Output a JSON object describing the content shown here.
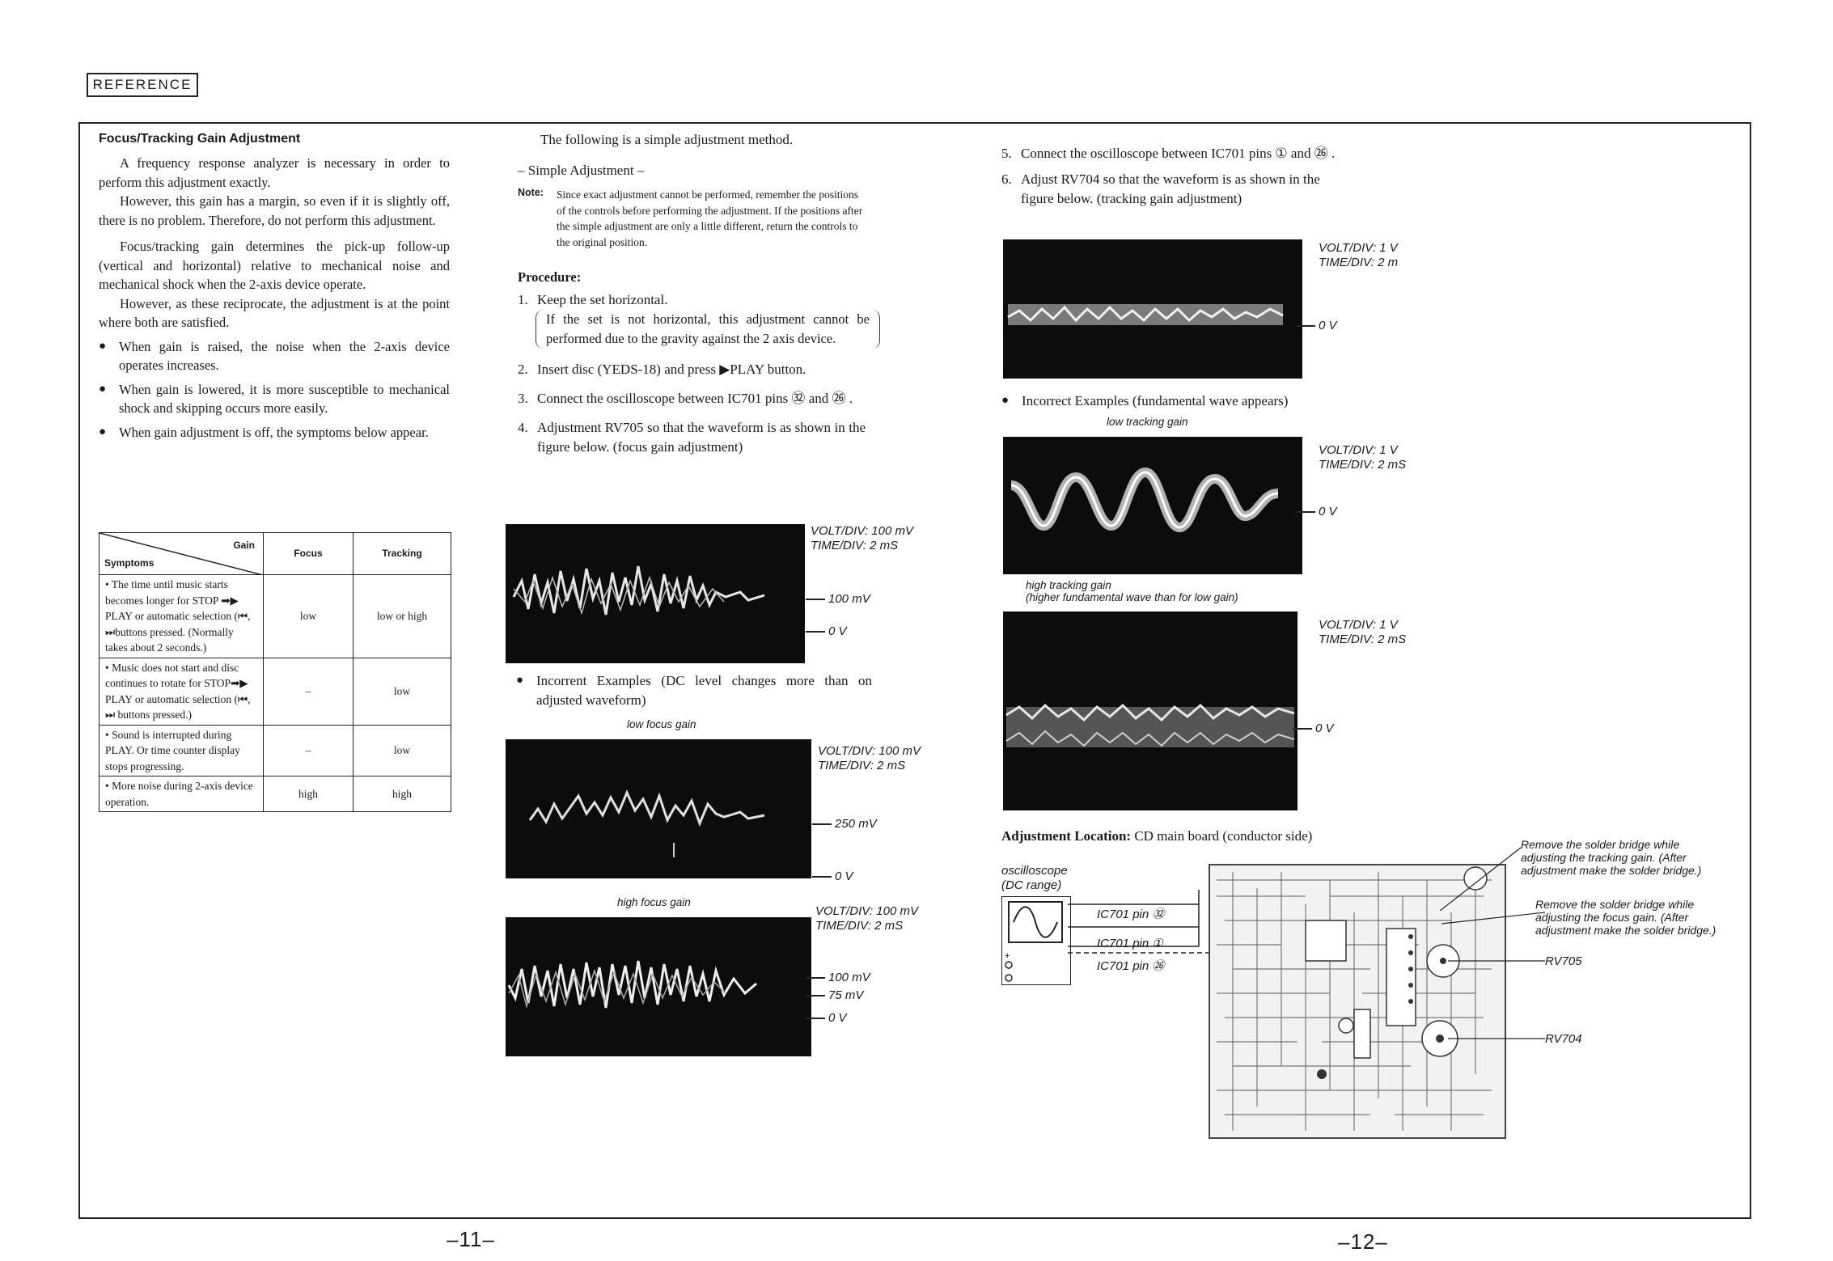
{
  "header_label": "REFERENCE",
  "col1": {
    "title": "Focus/Tracking Gain Adjustment",
    "para1": "A frequency response analyzer is necessary in order to perform this adjustment exactly.",
    "para2": "However, this gain has a margin, so even if it is slightly off, there is no problem. Therefore, do not perform this adjustment.",
    "para3": "Focus/tracking gain determines the pick-up follow-up (vertical and horizontal) relative to mechanical noise and mechanical shock when the 2-axis device operate.",
    "para4": "However, as these reciprocate, the adjustment is at the point where both are satisfied.",
    "bullets": [
      "When gain is raised, the noise when the 2-axis device operates increases.",
      "When gain is lowered, it is more susceptible to mechanical shock and skipping occurs more easily.",
      "When gain adjustment is off, the symptoms below appear."
    ],
    "table": {
      "corner_gain": "Gain",
      "corner_symptoms": "Symptoms",
      "col_focus": "Focus",
      "col_tracking": "Tracking",
      "rows": [
        {
          "symptom": "• The time until music starts becomes longer for STOP ➡▶ PLAY or automatic selection (⏮, ⏭buttons pressed. (Normally takes about 2 seconds.)",
          "focus": "low",
          "tracking": "low or high"
        },
        {
          "symptom": "• Music does not start and disc continues to rotate for STOP➡▶ PLAY or automatic selection (⏮, ⏭ buttons pressed.)",
          "focus": "–",
          "tracking": "low"
        },
        {
          "symptom": "• Sound is interrupted during PLAY. Or time counter display stops progressing.",
          "focus": "–",
          "tracking": "low"
        },
        {
          "symptom": "• More noise during 2-axis device operation.",
          "focus": "high",
          "tracking": "high"
        }
      ]
    }
  },
  "col2": {
    "intro": "The following is a simple adjustment method.",
    "simple_heading": "– Simple Adjustment –",
    "note_label": "Note:",
    "note_text": "Since exact adjustment cannot be performed, remember the positions of the controls before performing the adjustment. If the positions after the simple adjustment are only a little different, return the controls to the original position.",
    "procedure_label": "Procedure:",
    "step1": "Keep the set horizontal.",
    "step1_paren": "If the set is not horizontal, this adjustment cannot be performed due to the gravity against the 2 axis device.",
    "step2": "Insert disc (YEDS-18) and press ▶PLAY button.",
    "step3": "Connect the oscilloscope between IC701 pins ㉜ and ㉖ .",
    "step4": "Adjustment RV705 so that the waveform is as shown in the figure below. (focus gain adjustment)",
    "scope1": {
      "volt": "VOLT/DIV:  100 mV",
      "time": "TIME/DIV:  2 mS",
      "level1": "100 mV",
      "level0": "0 V"
    },
    "incorrect": "Incorrent Examples (DC level changes more than on adjusted waveform)",
    "scope2": {
      "caption": "low focus gain",
      "volt": "VOLT/DIV:  100 mV",
      "time": "TIME/DIV:  2 mS",
      "level1": "250 mV",
      "level0": "0 V"
    },
    "scope3": {
      "caption": "high focus gain",
      "volt": "VOLT/DIV:  100 mV",
      "time": "TIME/DIV:  2 mS",
      "level1": "100 mV",
      "level2": "75 mV",
      "level0": "0 V"
    }
  },
  "col3": {
    "step5": "Connect the oscilloscope between IC701 pins ① and ㉖ .",
    "step6": "Adjust RV704 so that the waveform is as shown in the figure below. (tracking gain adjustment)",
    "scope1": {
      "volt": "VOLT/DIV:  1 V",
      "time": "TIME/DIV:  2 m",
      "level0": "0 V"
    },
    "incorrect": "Incorrect Examples (fundamental wave appears)",
    "scope2": {
      "caption": "low tracking gain",
      "volt": "VOLT/DIV:  1 V",
      "time": "TIME/DIV:  2 mS",
      "level0": "0 V"
    },
    "scope3": {
      "caption": "high tracking gain",
      "caption2": "(higher fundamental wave than for low gain)",
      "volt": "VOLT/DIV:  1 V",
      "time": "TIME/DIV:  2 mS",
      "level0": "0 V"
    },
    "adj_label": "Adjustment Location:",
    "adj_text": "CD main board (conductor side)",
    "osc_label": "oscilloscope",
    "osc_range": "(DC range)",
    "pin1": "IC701 pin ㉜",
    "pin2": "IC701 pin ①",
    "pin3": "IC701 pin ㉖",
    "note_tracking": "Remove the solder bridge while adjusting the tracking gain. (After adjustment make the solder bridge.)",
    "note_focus": "Remove the solder bridge while adjusting the focus gain. (After adjustment make the solder bridge.)",
    "rv705": "RV705",
    "rv704": "RV704"
  },
  "page_left": "–11–",
  "page_right": "–12–"
}
